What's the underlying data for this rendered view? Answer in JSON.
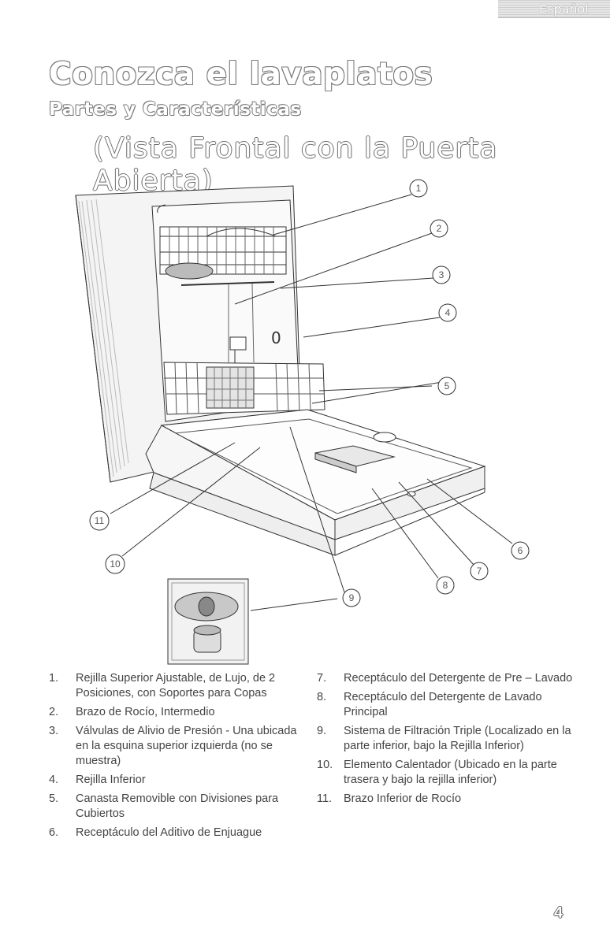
{
  "language_tab": "Español",
  "title": "Conozca el lavaplatos",
  "subtitle": "Partes y Características",
  "view_title": "(Vista Frontal con la Puerta Abierta)",
  "callouts": [
    "1",
    "2",
    "3",
    "4",
    "5",
    "6",
    "7",
    "8",
    "9",
    "10",
    "11"
  ],
  "legend_left": [
    {
      "num": "1.",
      "text": "Rejilla Superior Ajustable, de Lujo, de 2 Posiciones, con Soportes para Copas"
    },
    {
      "num": "2.",
      "text": "Brazo de Rocío, Intermedio"
    },
    {
      "num": "3.",
      "text": "Válvulas de Alivio de Presión - Una ubicada en la esquina superior izquierda (no se muestra)"
    },
    {
      "num": "4.",
      "text": "Rejilla Inferior"
    },
    {
      "num": "5.",
      "text": "Canasta Removible con Divisiones para Cubiertos"
    },
    {
      "num": "6.",
      "text": "Receptáculo del Aditivo de Enjuague"
    }
  ],
  "legend_right": [
    {
      "num": "7.",
      "text": "Receptáculo del Detergente de Pre – Lavado"
    },
    {
      "num": "8.",
      "text": "Receptáculo del Detergente de Lavado Principal"
    },
    {
      "num": "9.",
      "text": "Sistema de Filtración Triple (Localizado en la parte inferior, bajo la Rejilla Inferior)"
    },
    {
      "num": "10.",
      "text": "Elemento Calentador (Ubicado en la parte trasera y bajo la rejilla inferior)"
    },
    {
      "num": "11.",
      "text": "Brazo Inferior de Rocío"
    }
  ],
  "page_number": "4"
}
